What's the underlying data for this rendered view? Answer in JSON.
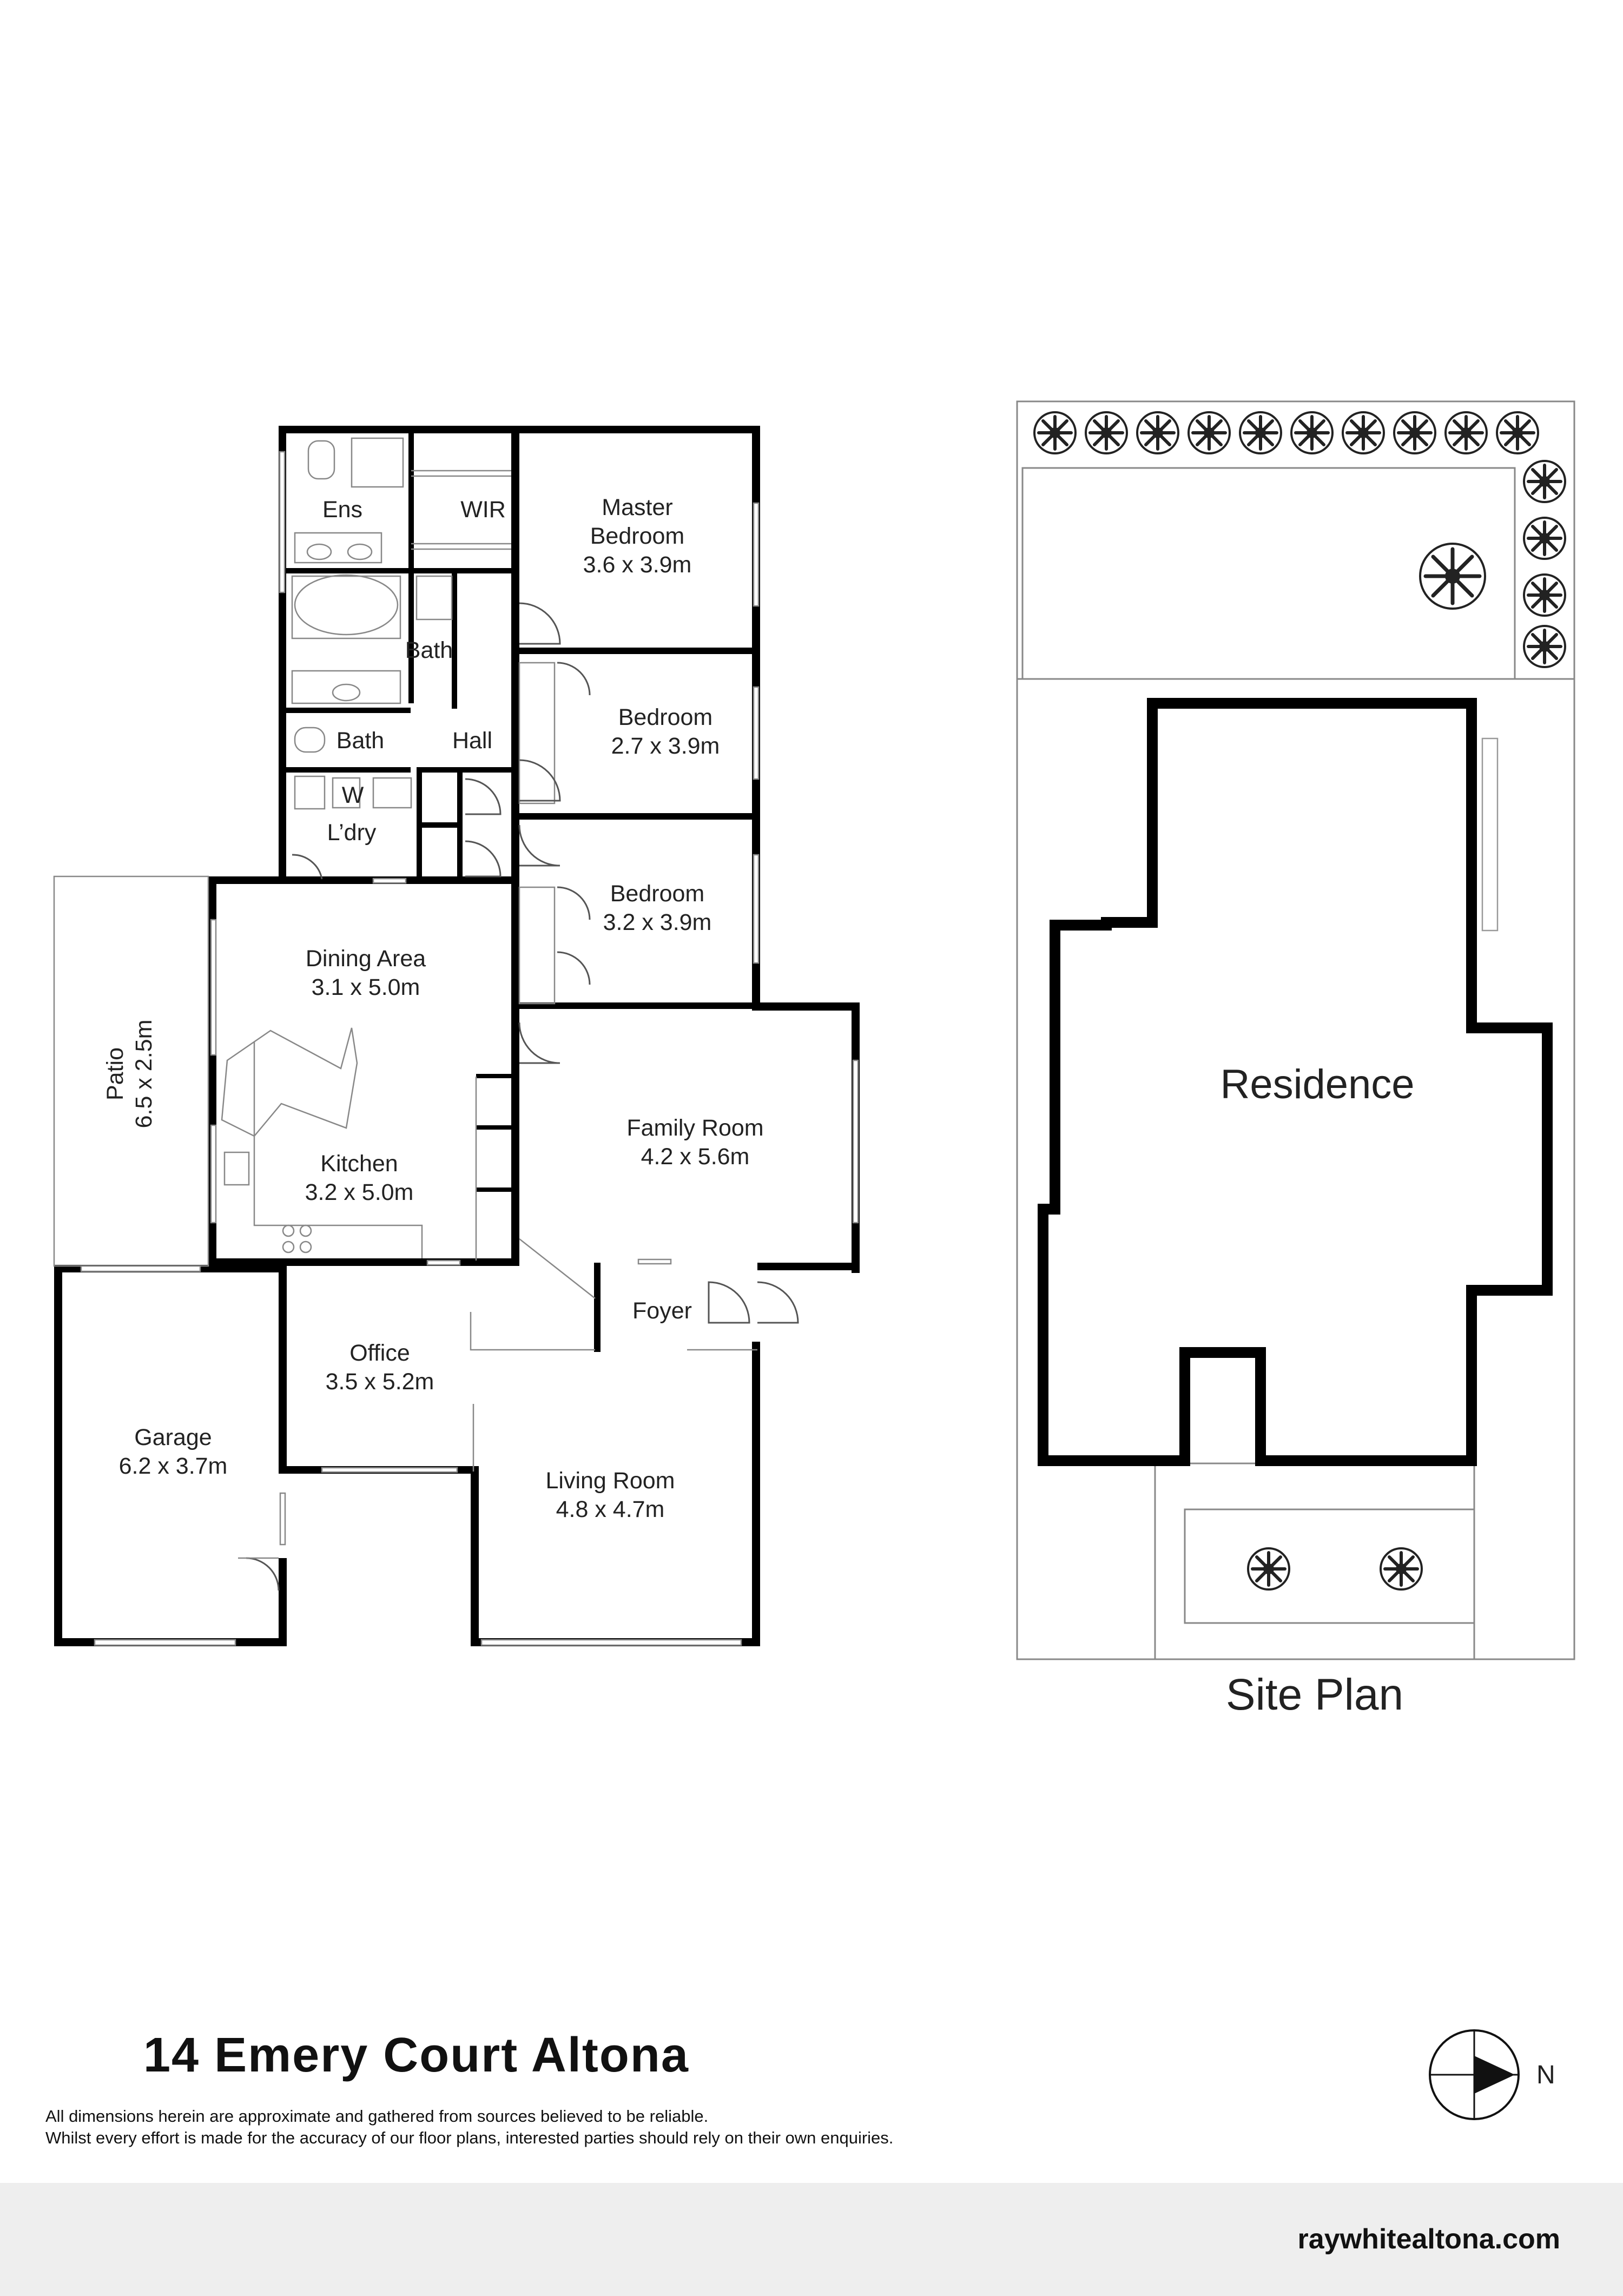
{
  "floor_plan": {
    "rooms": [
      {
        "id": "ens",
        "name": "Ens",
        "size": ""
      },
      {
        "id": "wir",
        "name": "WIR",
        "size": ""
      },
      {
        "id": "master",
        "name": "Master",
        "name2": "Bedroom",
        "size": "3.6 x 3.9m"
      },
      {
        "id": "bath1",
        "name": "Bath",
        "size": ""
      },
      {
        "id": "bedroom2",
        "name": "Bedroom",
        "size": "2.7 x 3.9m"
      },
      {
        "id": "bath2",
        "name": "Bath",
        "size": ""
      },
      {
        "id": "hall",
        "name": "Hall",
        "size": ""
      },
      {
        "id": "w",
        "name": "W",
        "size": ""
      },
      {
        "id": "laundry",
        "name": "L’dry",
        "size": ""
      },
      {
        "id": "bedroom3",
        "name": "Bedroom",
        "size": "3.2 x 3.9m"
      },
      {
        "id": "dining",
        "name": "Dining Area",
        "size": "3.1 x 5.0m"
      },
      {
        "id": "patio",
        "name": "Patio",
        "size": "6.5 x 2.5m"
      },
      {
        "id": "kitchen",
        "name": "Kitchen",
        "size": "3.2 x 5.0m"
      },
      {
        "id": "family",
        "name": "Family Room",
        "size": "4.2 x 5.6m"
      },
      {
        "id": "foyer",
        "name": "Foyer",
        "size": ""
      },
      {
        "id": "office",
        "name": "Office",
        "size": "3.5 x 5.2m"
      },
      {
        "id": "garage",
        "name": "Garage",
        "size": "6.2 x 3.7m"
      },
      {
        "id": "living",
        "name": "Living Room",
        "size": "4.8 x 4.7m"
      }
    ]
  },
  "site_plan": {
    "residence_label": "Residence",
    "caption": "Site Plan"
  },
  "compass": {
    "north_label": "N"
  },
  "property": {
    "title": "14 Emery Court Altona"
  },
  "disclaimer": {
    "line1": "All dimensions herein are approximate and gathered from sources believed to be reliable.",
    "line2": "Whilst every effort is made for the accuracy of our floor plans, interested parties should rely on their own enquiries."
  },
  "footer": {
    "website": "raywhitealtona.com"
  }
}
